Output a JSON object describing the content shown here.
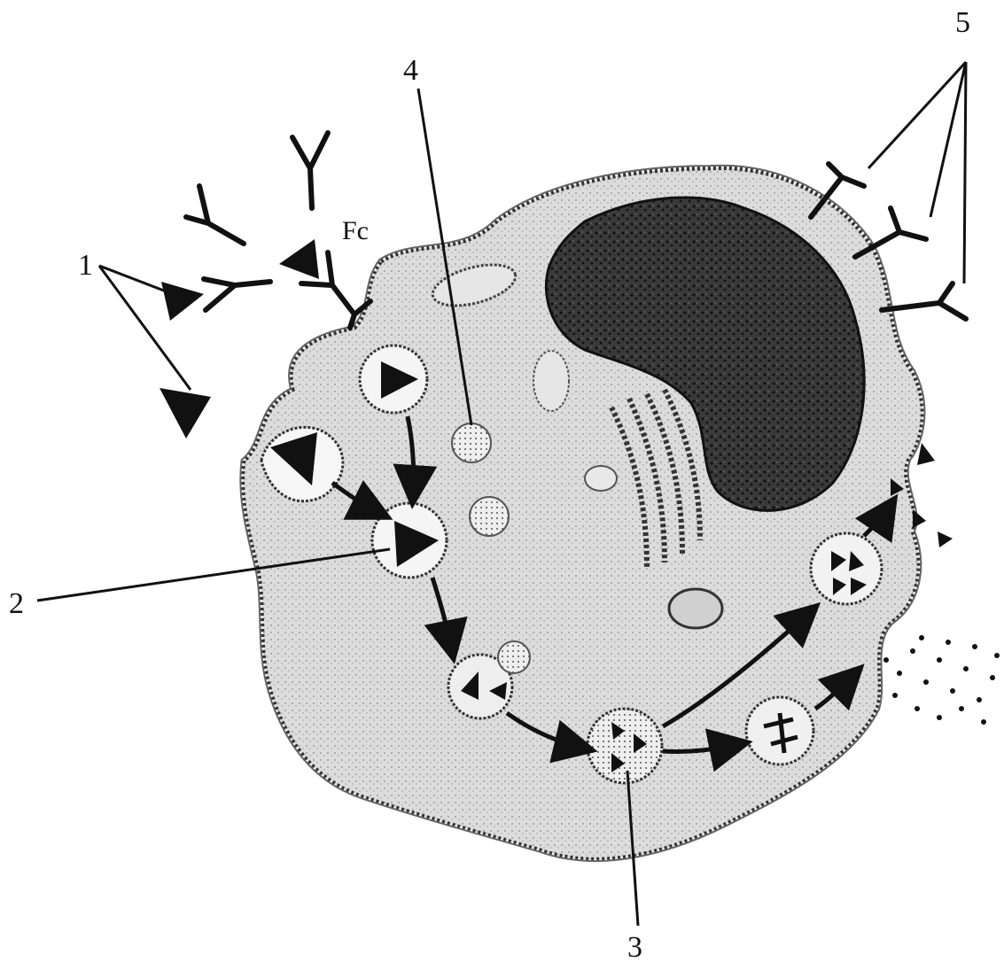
{
  "labels": {
    "l1": "1",
    "l2": "2",
    "l3": "3",
    "l4": "4",
    "l5": "5",
    "fc": "Fc"
  },
  "colors": {
    "ink": "#111111",
    "cytoplasm": "#d9d9d9",
    "cytoplasm_dark": "#bdbdbd",
    "nucleus": "#2a2a2a",
    "vacuole": "#f4f4f4"
  },
  "icons": [
    "antibody-y-icon",
    "antigen-triangle-icon",
    "phagosome-icon",
    "lysosome-granule-icon",
    "nucleus-icon",
    "golgi-icon",
    "mitochondrion-icon"
  ]
}
